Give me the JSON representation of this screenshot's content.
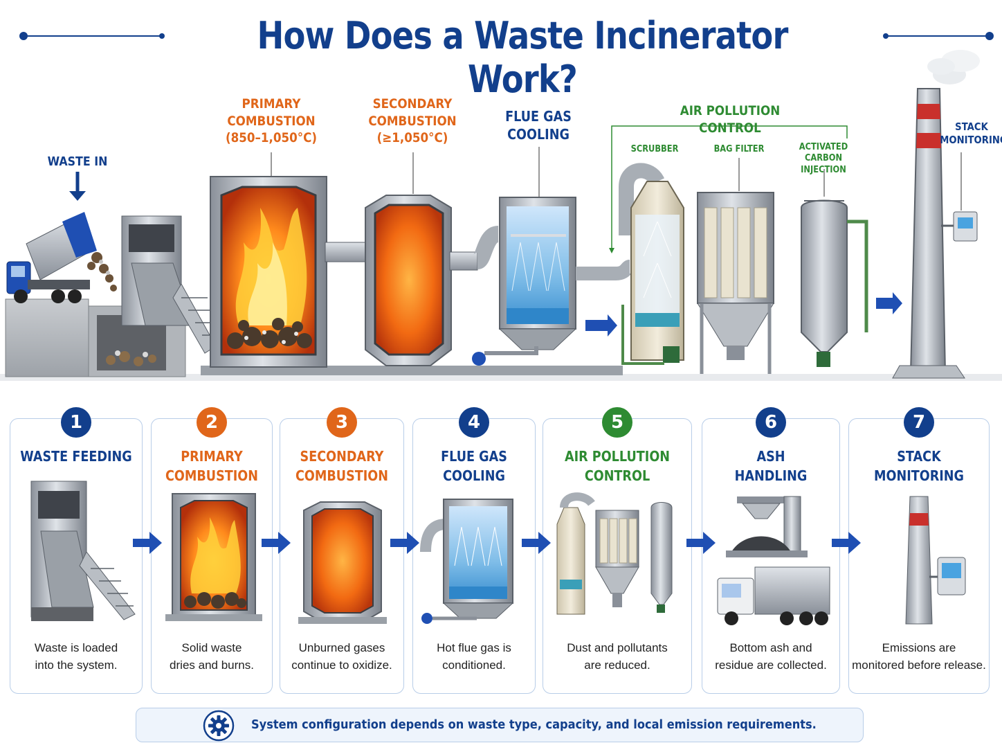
{
  "title": "How Does a Waste Incinerator Work?",
  "process_labels": {
    "waste_in": "WASTE IN",
    "primary": [
      "PRIMARY",
      "COMBUSTION",
      "(850–1,050°C)"
    ],
    "secondary": [
      "SECONDARY",
      "COMBUSTION",
      "(≥1,050°C)"
    ],
    "flue_gas_cooling": [
      "FLUE GAS",
      "COOLING"
    ],
    "air_pollution_control": "AIR POLLUTION CONTROL",
    "scrubber": "SCRUBBER",
    "bag_filter": "BAG FILTER",
    "activated_carbon": [
      "ACTIVATED",
      "CARBON INJECTION"
    ],
    "stack_monitoring": [
      "STACK",
      "MONITORING"
    ]
  },
  "colors": {
    "navy": "#123f8c",
    "orange": "#e0661a",
    "green": "#2e8b32",
    "card_border": "#b8cde8"
  },
  "steps": [
    {
      "number": "1",
      "title": [
        "WASTE FEEDING"
      ],
      "desc": [
        "Waste is loaded",
        "into the system."
      ],
      "color": "#123f8c"
    },
    {
      "number": "2",
      "title": [
        "PRIMARY",
        "COMBUSTION"
      ],
      "desc": [
        "Solid waste",
        "dries and burns."
      ],
      "color": "#e0661a"
    },
    {
      "number": "3",
      "title": [
        "SECONDARY",
        "COMBUSTION"
      ],
      "desc": [
        "Unburned gases",
        "continue to oxidize."
      ],
      "color": "#e0661a"
    },
    {
      "number": "4",
      "title": [
        "FLUE GAS",
        "COOLING"
      ],
      "desc": [
        "Hot flue gas is",
        "conditioned."
      ],
      "color": "#123f8c"
    },
    {
      "number": "5",
      "title": [
        "AIR POLLUTION",
        "CONTROL"
      ],
      "desc": [
        "Dust and pollutants",
        "are reduced."
      ],
      "color": "#2e8b32"
    },
    {
      "number": "6",
      "title": [
        "ASH",
        "HANDLING"
      ],
      "desc": [
        "Bottom ash and",
        "residue are collected."
      ],
      "color": "#123f8c"
    },
    {
      "number": "7",
      "title": [
        "STACK",
        "MONITORING"
      ],
      "desc": [
        "Emissions are",
        "monitored before release."
      ],
      "color": "#123f8c"
    }
  ],
  "footer": {
    "icon": "gear-icon",
    "text": "System configuration depends on waste type, capacity, and local emission requirements."
  }
}
